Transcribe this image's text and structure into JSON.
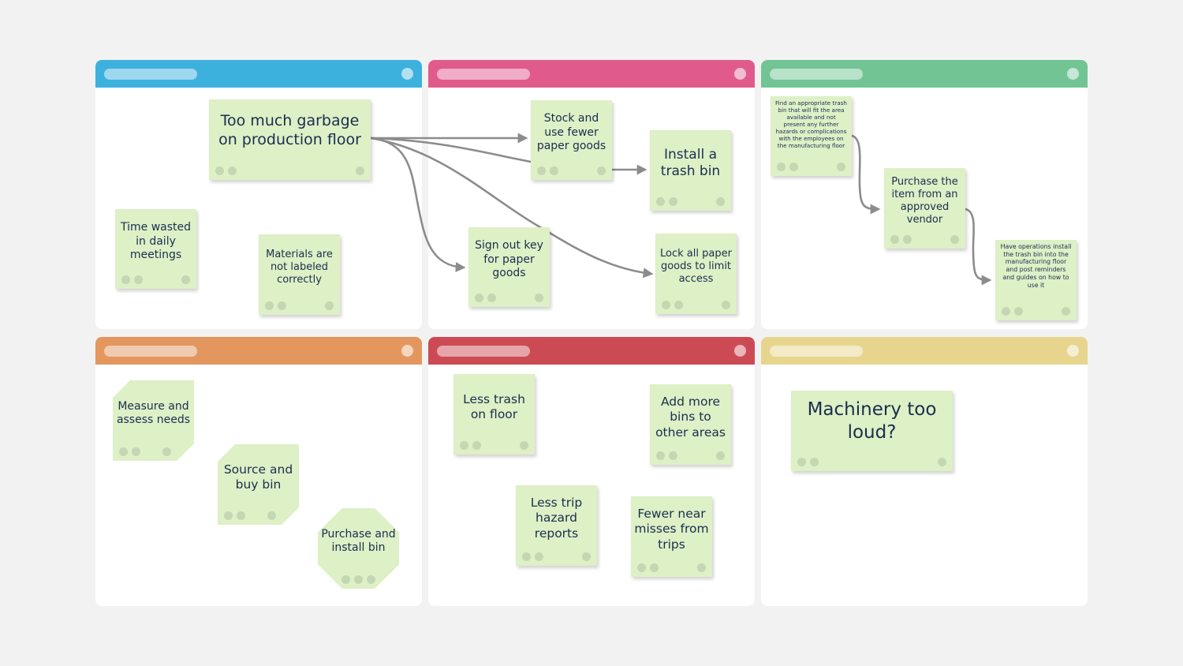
{
  "colors": {
    "background": "#f2f2f2",
    "sticky_note": "#ddf0c6",
    "text": "#1c2d4f",
    "arrow": "#8c8c8c"
  },
  "panels": [
    {
      "id": "panel-1",
      "header_color": "#3db1dd"
    },
    {
      "id": "panel-2",
      "header_color": "#e05b8b"
    },
    {
      "id": "panel-3",
      "header_color": "#72c494"
    },
    {
      "id": "panel-4",
      "header_color": "#e3975e"
    },
    {
      "id": "panel-5",
      "header_color": "#cc4a54"
    },
    {
      "id": "panel-6",
      "header_color": "#e7d58e"
    }
  ],
  "notes": {
    "garbage": "Too much garbage on production floor",
    "time_wasted": "Time wasted in daily meetings",
    "materials": "Materials are not labeled correctly",
    "stock": "Stock and use fewer paper goods",
    "install_bin": "Install a trash bin",
    "sign_out": "Sign out key for paper goods",
    "lock": "Lock all paper goods to limit access",
    "find_bin": "Find an appropriate trash bin that will fit the area available and not present any further hazards or complications with the employees on the manufacturing floor",
    "purchase_item": "Purchase the item from an approved vendor",
    "have_ops": "Have operations install the trash bin into the manufacturing floor and post reminders and guides on how to use it",
    "measure": "Measure and assess needs",
    "source": "Source and buy bin",
    "purchase_install": "Purchase and install bin",
    "less_trash": "Less trash on floor",
    "add_bins": "Add more bins to other areas",
    "less_trip": "Less trip hazard reports",
    "fewer_misses": "Fewer near misses from trips",
    "machinery": "Machinery too loud?"
  }
}
